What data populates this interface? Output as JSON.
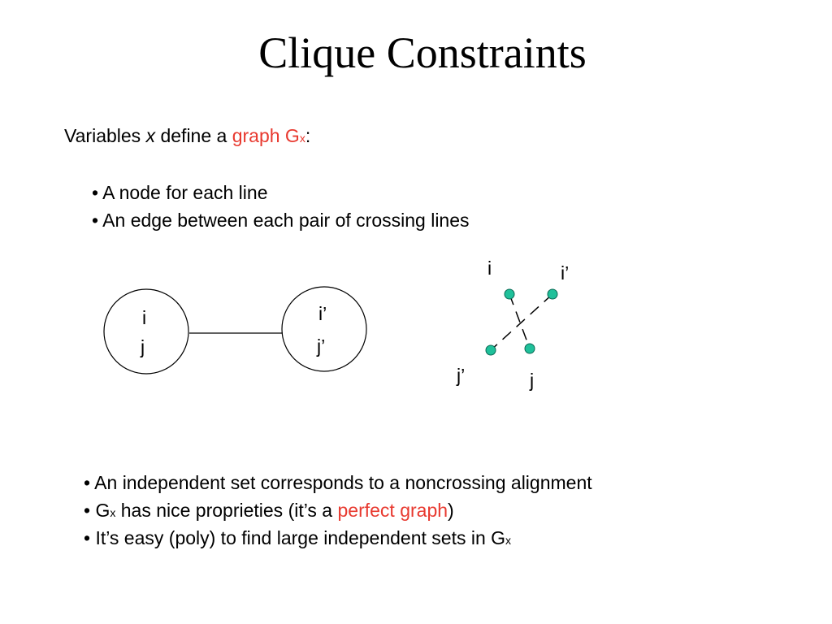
{
  "slide": {
    "title": "Clique Constraints",
    "intro": {
      "prefix": "Variables ",
      "var": "x",
      "middle": " define a ",
      "graph_word": "graph G",
      "graph_sub": "x",
      "suffix": ":"
    },
    "bullets_top": [
      "• A node for each line",
      "• An edge between each pair of crossing lines"
    ],
    "graph_diagram": {
      "node_left": {
        "line1": "i",
        "line2": "j"
      },
      "node_right": {
        "line1": "i’",
        "line2": "j’"
      }
    },
    "crossing_diagram": {
      "label_i": "i",
      "label_i_prime": "i’",
      "label_j_prime": "j’",
      "label_j": "j",
      "dot_color": "#1fc09a"
    },
    "bullets_bottom": {
      "b1": "• An independent set corresponds to a noncrossing alignment",
      "b2_prefix": "• G",
      "b2_sub": "x",
      "b2_middle": " has nice proprieties (it’s a ",
      "b2_red": "perfect graph",
      "b2_suffix": ")",
      "b3_prefix": "• It’s easy (poly) to find large independent sets in G",
      "b3_sub": "x"
    },
    "accent_color": "#e8392f"
  }
}
